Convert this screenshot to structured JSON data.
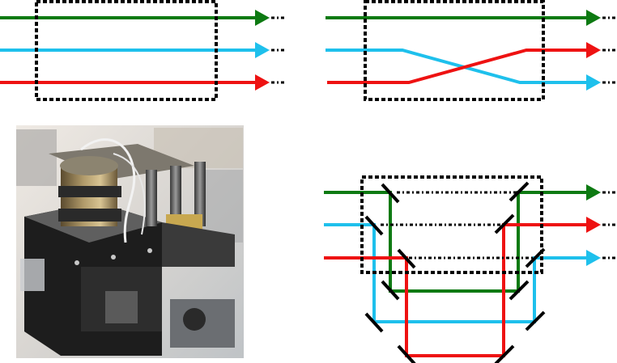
{
  "colors": {
    "green": "#0d7a12",
    "cyan": "#1ec0ec",
    "red": "#ee1212",
    "box": "#000000",
    "mirror": "#000000"
  },
  "panels": [
    {
      "id": "panel-top-left",
      "description_kind": "parallel-beams-no-crossing"
    },
    {
      "id": "panel-top-right",
      "description_kind": "beams-crossing"
    },
    {
      "id": "panel-bottom-left",
      "description_kind": "photo-of-hardware"
    },
    {
      "id": "panel-bottom-right",
      "description_kind": "beams-routed-by-mirrors"
    }
  ],
  "icons": {
    "arrow": "arrow-head-icon",
    "mirror": "mirror-icon"
  }
}
